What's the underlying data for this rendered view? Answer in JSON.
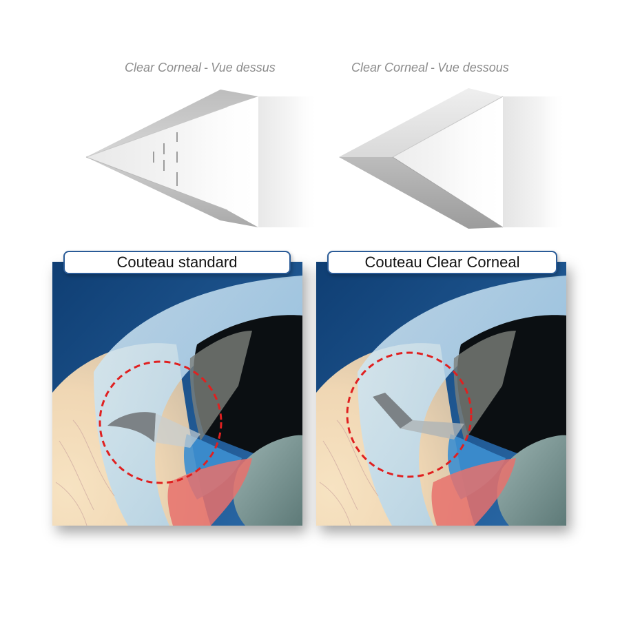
{
  "captions": {
    "top_view": {
      "product": "Clear Corneal",
      "separator": "-",
      "view": "Vue dessus"
    },
    "bottom_view": {
      "product": "Clear Corneal",
      "separator": "-",
      "view": "Vue dessous"
    }
  },
  "panels": {
    "left": {
      "title": "Couteau standard"
    },
    "right": {
      "title": "Couteau Clear Corneal"
    }
  },
  "colors": {
    "frame_border": "#2a5b97",
    "incision_circle": "#e02020",
    "background_blue": "#1b4f86"
  }
}
